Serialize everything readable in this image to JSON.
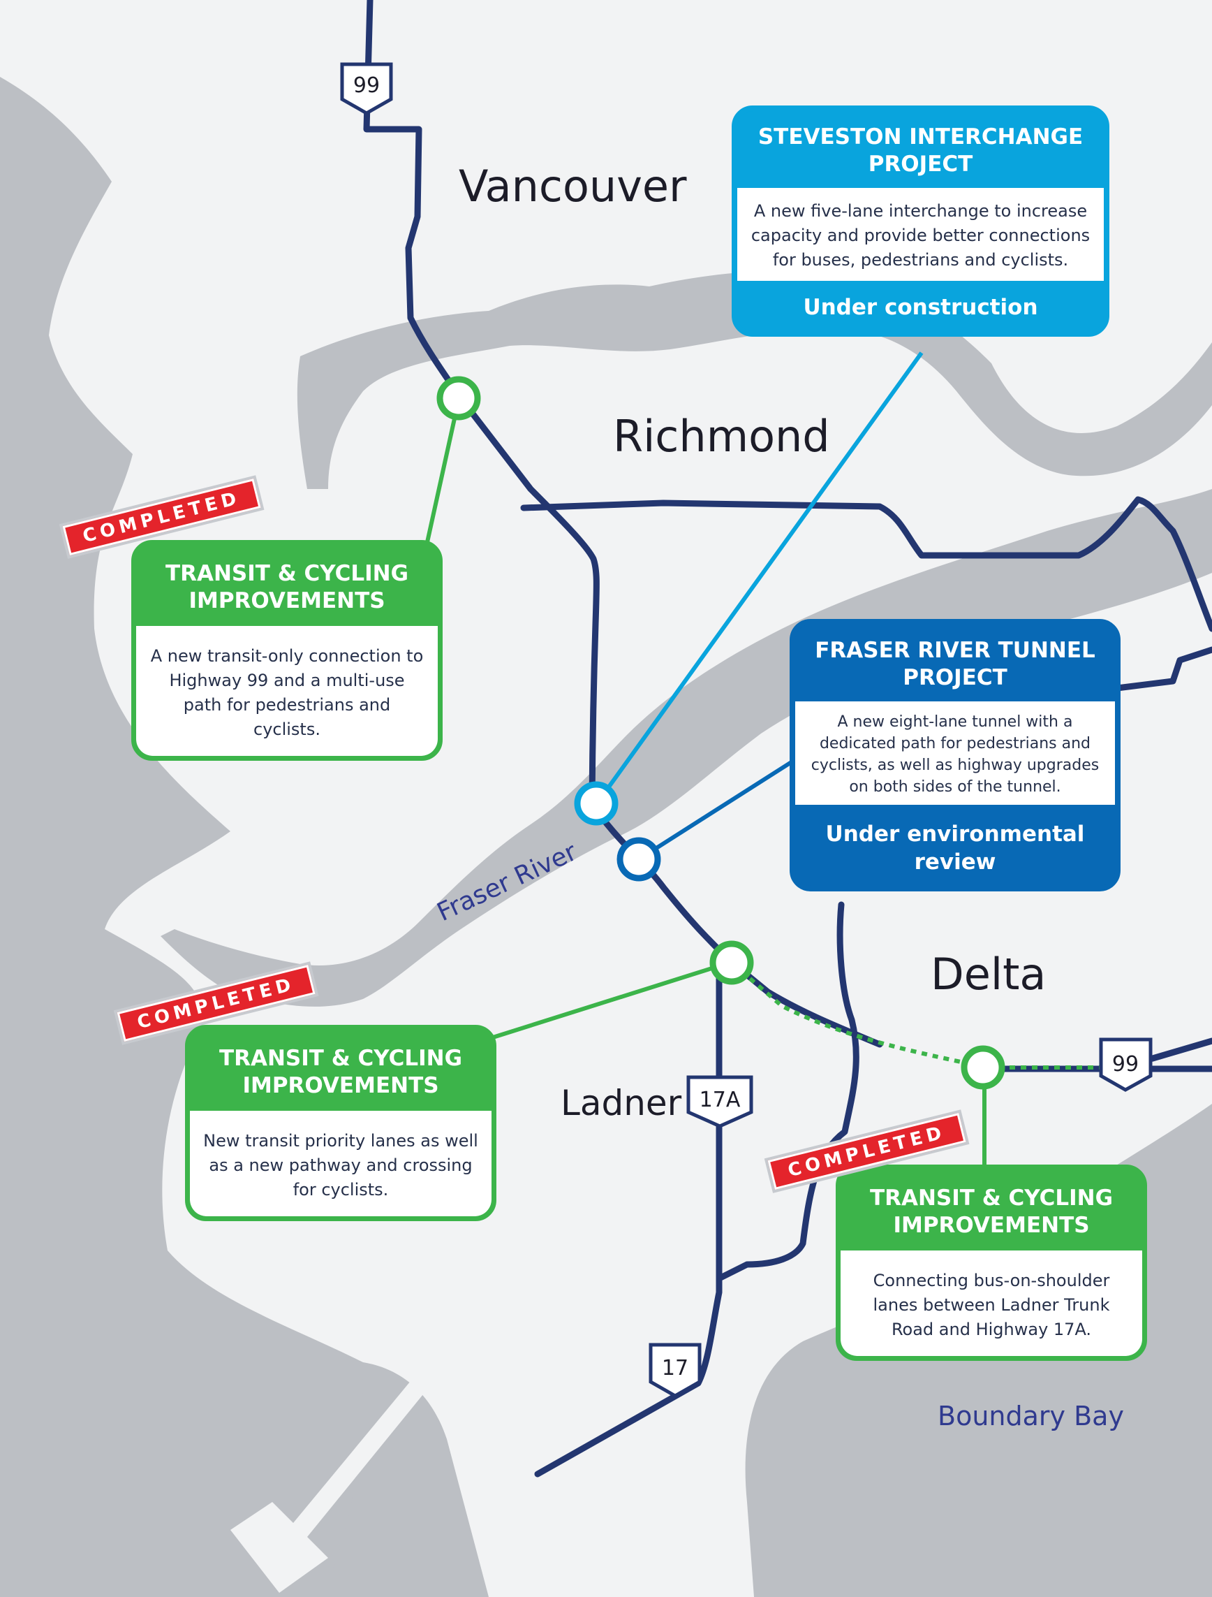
{
  "places": {
    "vancouver": "Vancouver",
    "richmond": "Richmond",
    "delta": "Delta",
    "ladner": "Ladner"
  },
  "water": {
    "fraser_river": "Fraser River",
    "boundary_bay": "Boundary Bay"
  },
  "highways": {
    "hwy99_north": "99",
    "hwy99_east": "99",
    "hwy17a": "17A",
    "hwy17": "17"
  },
  "projects": {
    "steveston": {
      "title": "STEVESTON INTERCHANGE PROJECT",
      "description": "A new five-lane interchange to increase capacity and provide better connections for buses, pedestrians and cyclists.",
      "status": "Under construction"
    },
    "tunnel": {
      "title": "FRASER RIVER TUNNEL PROJECT",
      "description": "A new eight-lane tunnel with a dedicated path for pedestrians and cyclists, as well as highway upgrades on both sides of the tunnel.",
      "status": "Under environmental review"
    },
    "transit_1": {
      "stamp": "COMPLETED",
      "title": "TRANSIT & CYCLING IMPROVEMENTS",
      "description": "A new transit-only connection to Highway 99 and a multi-use path for pedestrians and cyclists."
    },
    "transit_2": {
      "stamp": "COMPLETED",
      "title": "TRANSIT & CYCLING IMPROVEMENTS",
      "description": "New transit priority lanes as well as a new pathway and crossing for cyclists."
    },
    "transit_3": {
      "stamp": "COMPLETED",
      "title": "TRANSIT & CYCLING IMPROVEMENTS",
      "description": "Connecting bus-on-shoulder lanes between Ladner Trunk Road and Highway 17A."
    }
  },
  "colors": {
    "background": "#f2f3f4",
    "water": "#bcbfc4",
    "road": "#233670",
    "green": "#3cb44a",
    "light_blue": "#09a4dd",
    "dark_blue": "#0869b5",
    "stamp_red": "#e4242b"
  }
}
